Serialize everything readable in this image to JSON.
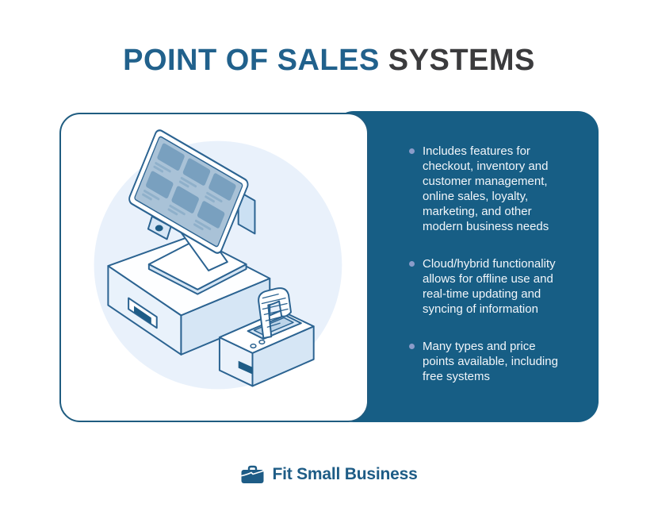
{
  "title": {
    "highlight": "POINT OF SALES",
    "rest": "SYSTEMS"
  },
  "card": {
    "illustration": "isometric POS terminal: tilted touchscreen with app tiles, cash drawer base, receipt printer printing a receipt"
  },
  "panel": {
    "bullets": [
      "Includes features for checkout, inventory and customer management, online sales, loyalty, marketing, and other modern business needs",
      "Cloud/hybrid functionality allows for offline use and real-time updating and syncing of information",
      "Many types and price points available, including free systems"
    ]
  },
  "footer": {
    "brand": "Fit Small Business"
  },
  "colors": {
    "title_highlight": "#21618C",
    "title_rest": "#3B3B3D",
    "panel_bg": "#175E85",
    "panel_text": "#F2F6FA",
    "bullet_dot": "#8B9CC9",
    "card_border": "#1F5C80",
    "illustration_outline": "#2B6391",
    "illustration_circle": "#E9F1FB",
    "illustration_light_face": "#E9F2FB",
    "illustration_mid_face": "#D6E6F5",
    "screen_bg": "#A9C2D7",
    "screen_tile": "#79A0BF",
    "accent_dark": "#1E5C86",
    "brand_blue": "#1E5C86"
  }
}
